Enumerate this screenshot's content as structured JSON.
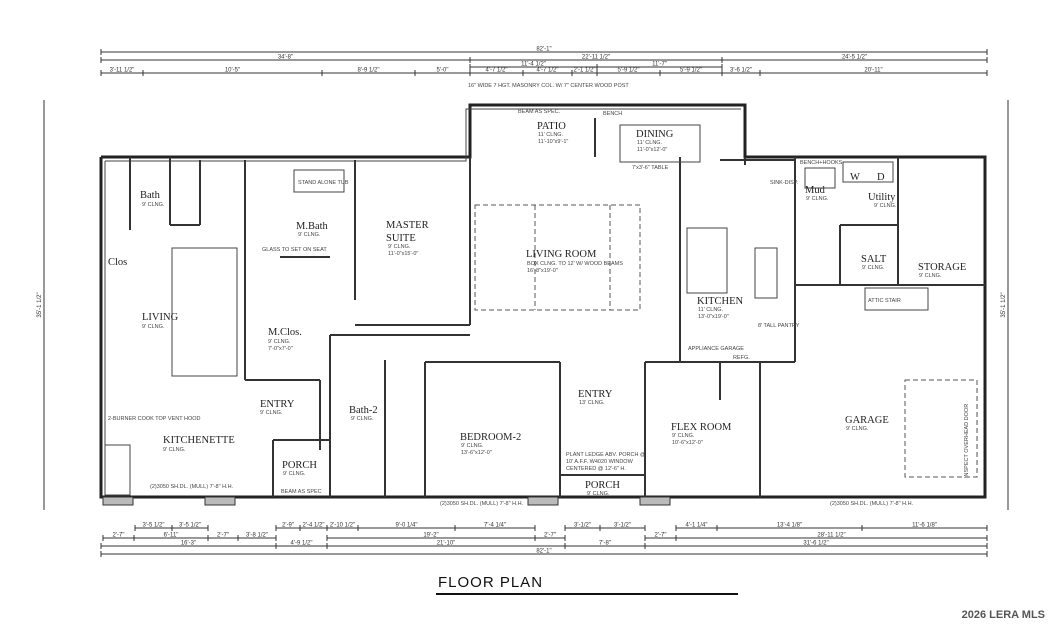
{
  "title": "FLOOR PLAN",
  "watermark": "2026 LERA MLS",
  "rooms": [
    {
      "name": "Bath",
      "sub": "9' CLNG."
    },
    {
      "name": "Clos",
      "sub": ""
    },
    {
      "name": "LIVING",
      "sub": "9' CLNG."
    },
    {
      "name": "KITCHENETTE",
      "sub": "9' CLNG."
    },
    {
      "name": "M.Bath",
      "sub": "9' CLNG."
    },
    {
      "name": "MASTER",
      "name2": "SUITE",
      "sub": "9' CLNG.",
      "size": "11'-0\"x15'-0\""
    },
    {
      "name": "M.Clos.",
      "sub": "9' CLNG.",
      "size": "7'-0\"x7'-0\""
    },
    {
      "name": "ENTRY",
      "sub": "9' CLNG."
    },
    {
      "name": "Bath-2",
      "sub": "9' CLNG."
    },
    {
      "name": "PORCH",
      "sub": "9' CLNG."
    },
    {
      "name": "BEDROOM-2",
      "sub": "9' CLNG.",
      "size": "13'-6\"x12'-0\""
    },
    {
      "name": "LIVING ROOM",
      "sub": "BOX CLNG. TO 12' W/ WOOD BEAMS",
      "size": "16'-8\"x19'-0\""
    },
    {
      "name": "PATIO",
      "sub": "11' CLNG.",
      "size": "11'-10\"x9'-1\""
    },
    {
      "name": "DINING",
      "sub": "11' CLNG.",
      "size": "11'-0\"x12'-0\""
    },
    {
      "name": "KITCHEN",
      "sub": "11' CLNG.",
      "size": "13'-0\"x19'-0\""
    },
    {
      "name": "Mud",
      "sub": "9' CLNG."
    },
    {
      "name": "Utility",
      "sub": "9' CLNG."
    },
    {
      "name": "SALT",
      "sub": "9' CLNG."
    },
    {
      "name": "STORAGE",
      "sub": "9' CLNG."
    },
    {
      "name": "ENTRY",
      "sub": "13' CLNG."
    },
    {
      "name": "FLEX ROOM",
      "sub": "9' CLNG.",
      "size": "10'-6\"x12'-0\""
    },
    {
      "name": "GARAGE",
      "sub": "9' CLNG."
    },
    {
      "name": "PORCH",
      "sub": "9' CLNG."
    }
  ],
  "notes": {
    "table": "7'x3'-6\" TABLE",
    "standalone": "STAND ALONE TUB",
    "glass": "GLASS TO SET ON SEAT",
    "cooktop": "2-BURNER COOK TOP VENT HOOD",
    "refg": "REFG.",
    "pantry": "8' TALL PANTRY",
    "beam_rear": "BEAM AS SPEC.",
    "beam_porch": "BEAM AS SPEC",
    "masonry": "16\" WIDE 7 HGT. MASONRY COL. W/ 7\" CENTER WOOD POST",
    "plant_ledge": "PLANT LEDGE ABV. PORCH @ 10' A.F.F. W4020 WINDOW CENTERED @ 12'-6\" H.",
    "appliance_garage": "APPLIANCE GARAGE",
    "attic_stair": "ATTIC STAIR",
    "overhead": "INSPECT OVERHEAD DOOR",
    "bench": "BENCH",
    "bench_hooks": "BENCH+HOOKS",
    "sink": "SINK-DISP.",
    "washer": "W",
    "dryer": "D",
    "window_bottom_left": "(2)3050 SH.DL. (MULL) 7'-8\" H.H.",
    "window_bottom_mid": "(2)3050 SH.DL. (MULL) 7'-8\" H.H.",
    "window_bottom_right": "(2)3050 SH.DL. (MULL) 7'-8\" H.H."
  },
  "dimensions": {
    "top": [
      [
        "82'-1\""
      ],
      [
        "34'-8\"",
        "22'-11 1/2\"",
        "24'-5 1/2\""
      ],
      [
        "11'-4 1/2\"",
        "11'-7\""
      ],
      [
        "3'-11 1/2\"",
        "10'-5\"",
        "8'-9 1/2\"",
        "5'-0\"",
        "4'-7 1/2\"",
        "4'-7 1/2\"",
        "2'-1 1/2\"",
        "5'-9 1/2\"",
        "5'-9 1/2\"",
        "3'-6 1/2\"",
        "20'-11\""
      ]
    ],
    "bottom": [
      [
        "3'-5 1/2\"",
        "3'-5 1/2\"",
        "2'-9\"",
        "2'-4 1/2\"",
        "2'-10 1/2\"",
        "9'-0 1/4\"",
        "7'-4 1/4\"",
        "3'-1/2\"",
        "3'-1/2\"",
        "4'-1 1/4\"",
        "13'-4 1/8\"",
        "11'-6 1/8\""
      ],
      [
        "2'-7\"",
        "6'-11\"",
        "2'-7\"",
        "3'-8 1/2\"",
        "19'-2\"",
        "2'-7\"",
        "2'-7\"",
        "28'-11 1/2\""
      ],
      [
        "16'-3\"",
        "4'-9 1/2\"",
        "21'-10\"",
        "7'-8\"",
        "31'-6 1/2\""
      ],
      [
        "82'-1\""
      ]
    ],
    "left": "35'-1 1/2\"",
    "right": "35'-1 1/2\""
  }
}
